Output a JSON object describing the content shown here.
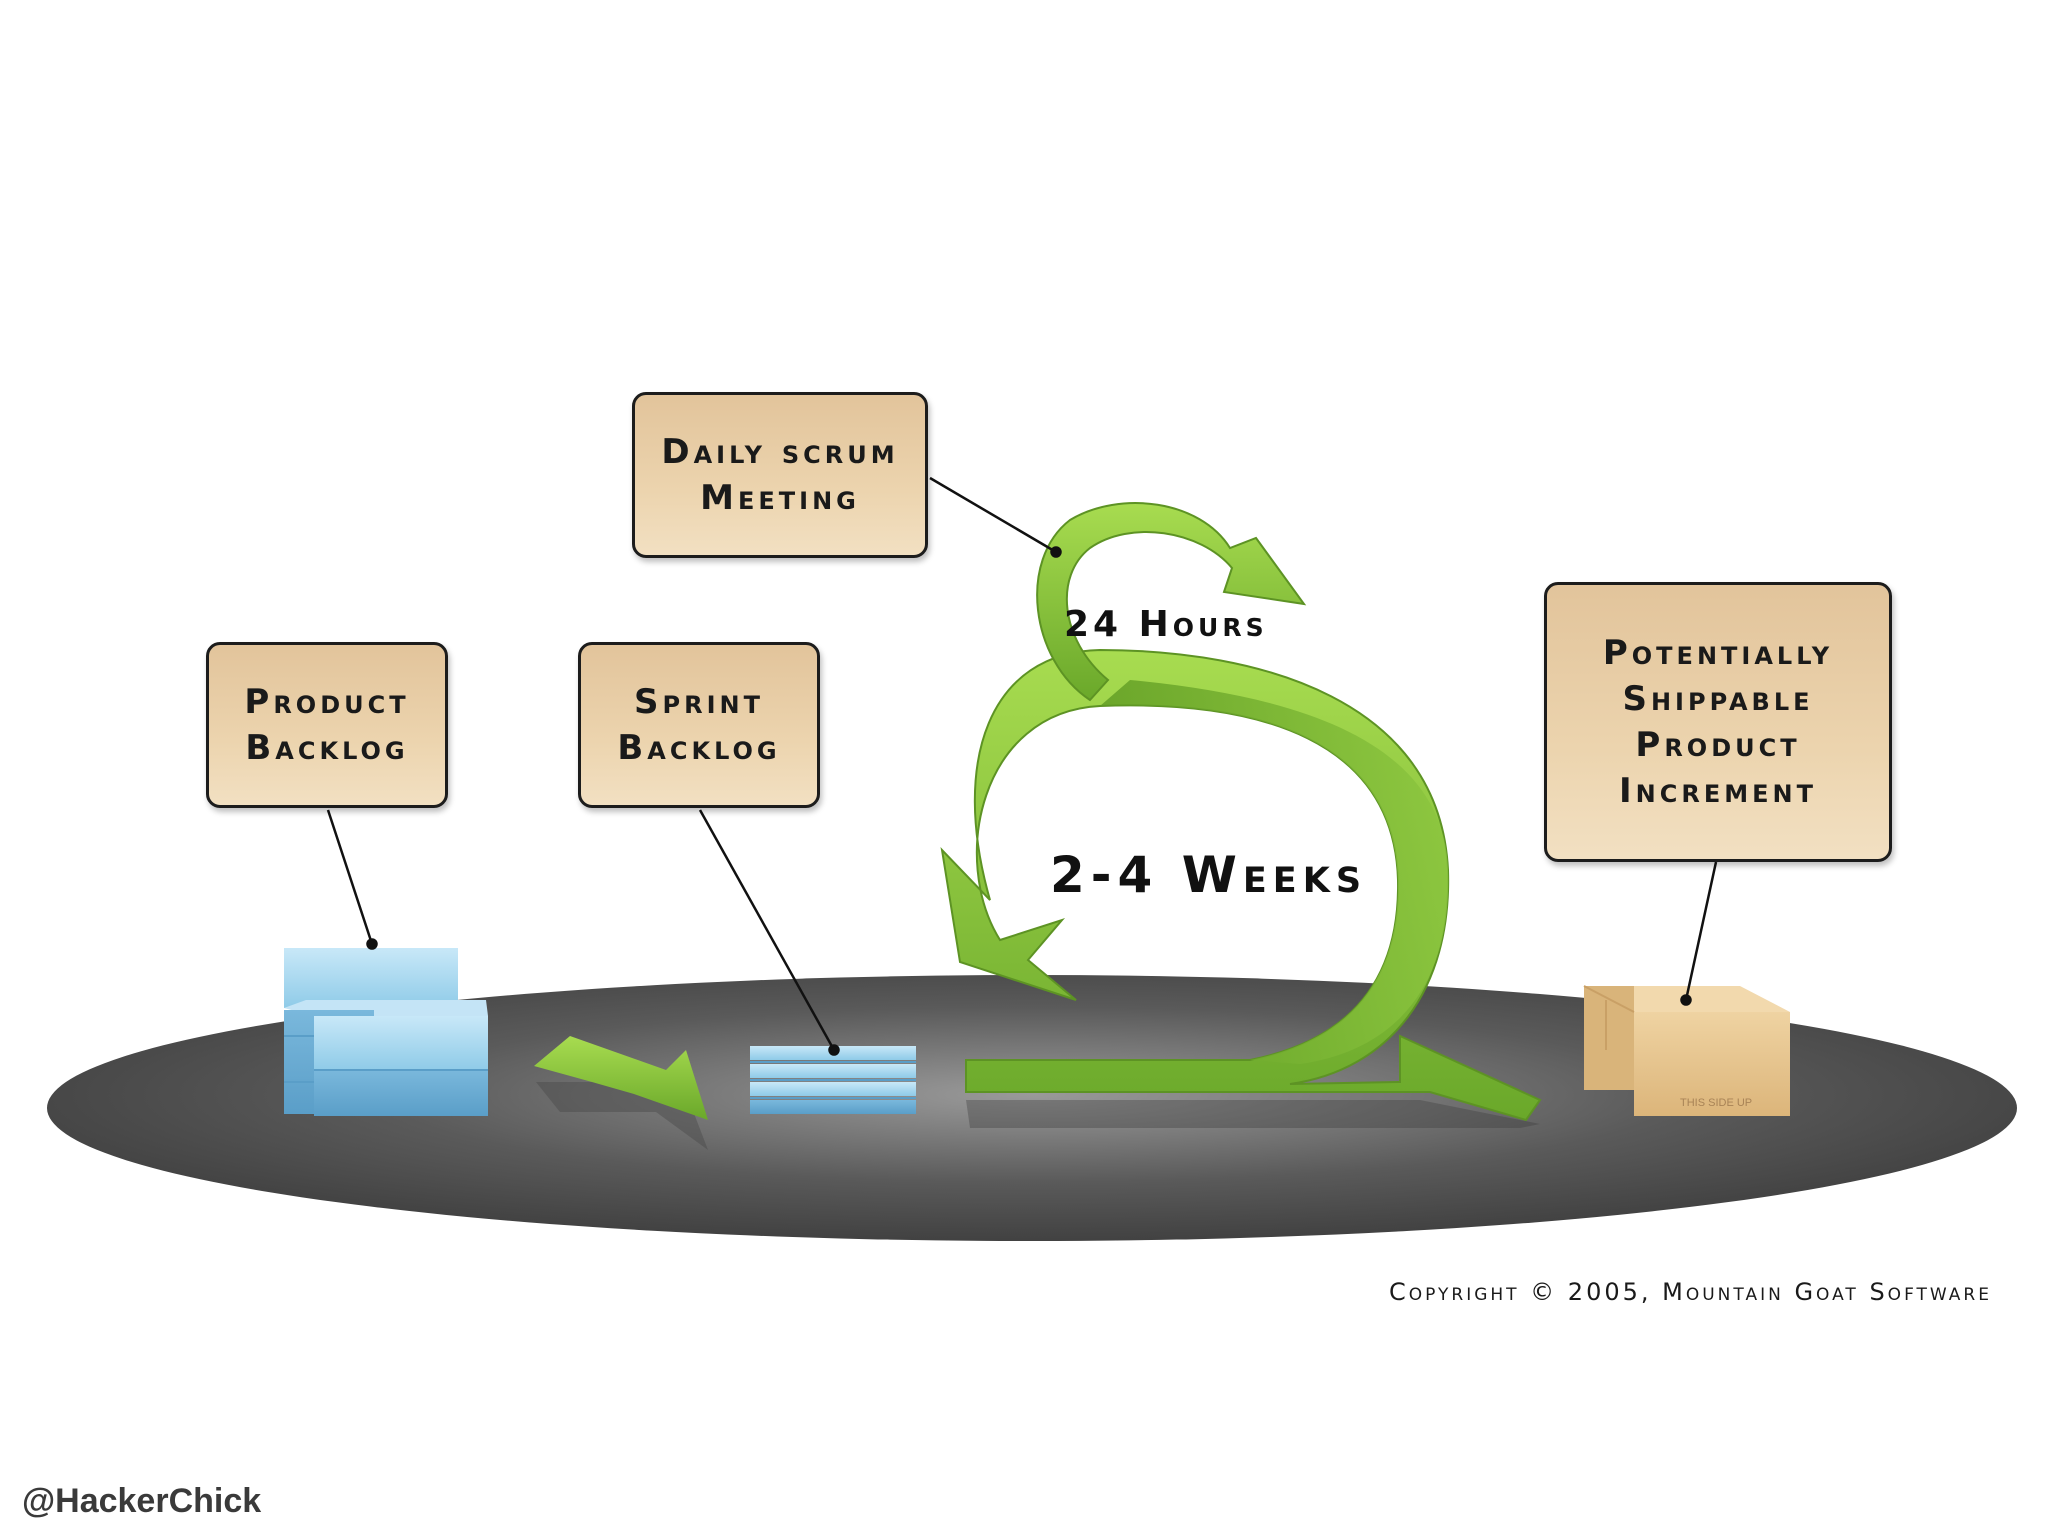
{
  "labels": {
    "daily_scrum": [
      "Daily Scrum",
      "Meeting"
    ],
    "product_backlog": [
      "Product",
      "Backlog"
    ],
    "sprint_backlog": [
      "Sprint",
      "Backlog"
    ],
    "increment": [
      "Potentially",
      "Shippable",
      "Product",
      "Increment"
    ]
  },
  "loops": {
    "small": "24 Hours",
    "large": "2-4 Weeks"
  },
  "copyright": "Copyright © 2005, Mountain Goat Software",
  "handle": "@HackerChick",
  "box_label": "THIS SIDE UP",
  "colors": {
    "arrow_green": "#8cc63f",
    "label_fill": "#e9cfa6",
    "platform": "#4a4a4a",
    "backlog_blue": "#8fcbe8",
    "box_tan": "#e7c891"
  }
}
